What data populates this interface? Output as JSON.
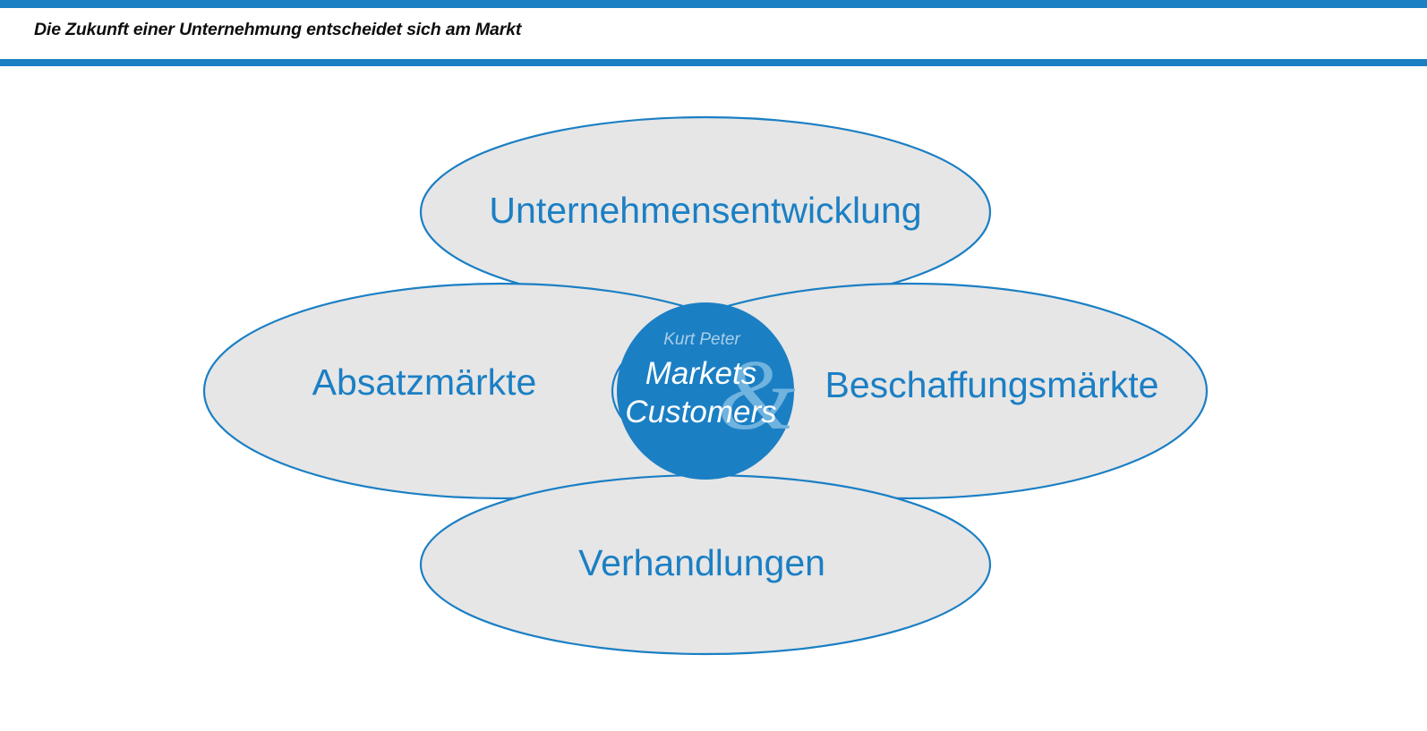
{
  "slide": {
    "title": "Die Zukunft einer Unternehmung entscheidet sich am Markt",
    "accent_color": "#1b7fc4",
    "petal_fill_color": "#e6e6e6",
    "title_color": "#0d0d0d"
  },
  "diagram": {
    "type": "four-petal-venn",
    "petals": [
      {
        "id": "top",
        "label": "Unternehmensentwicklung",
        "position": "top"
      },
      {
        "id": "left",
        "label": "Absatzmärkte",
        "position": "left"
      },
      {
        "id": "right",
        "label": "Beschaffungsmärkte",
        "position": "right"
      },
      {
        "id": "bottom",
        "label": "Verhandlungen",
        "position": "bottom"
      }
    ],
    "hub": {
      "name": "Kurt Peter",
      "word_one": "Markets",
      "ampersand": "&",
      "word_two": "Customers",
      "fill_color": "#1b7fc4",
      "name_color": "#a8cfe8",
      "word_color": "#ffffff",
      "ampersand_color": "#6fb3de"
    }
  }
}
